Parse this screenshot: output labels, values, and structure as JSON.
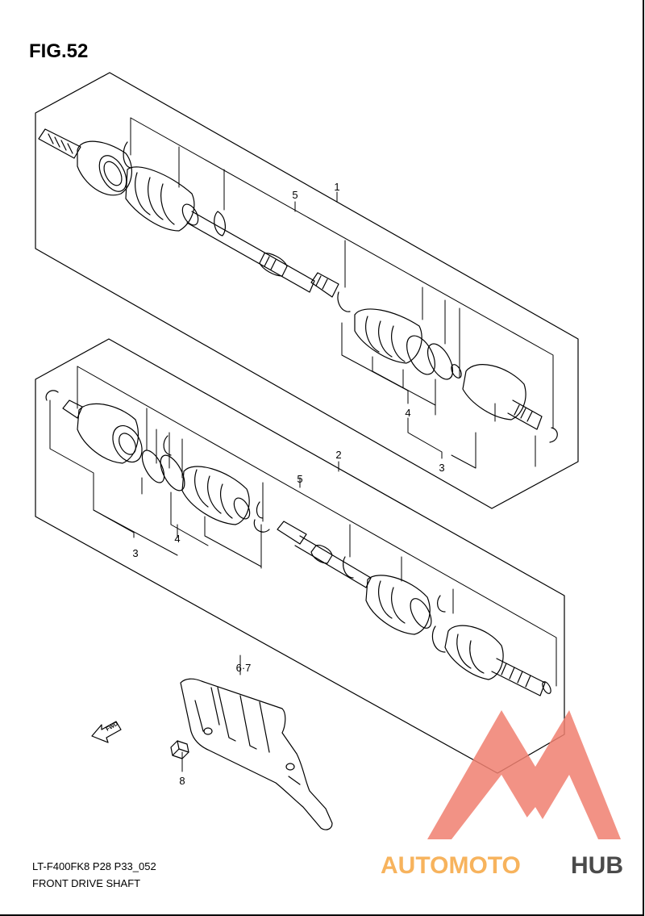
{
  "figure": {
    "title": "FIG.52",
    "code": "LT-F400FK8 P28 P33_052",
    "name": "FRONT DRIVE SHAFT"
  },
  "callouts": {
    "c1": "1",
    "c2": "2",
    "c3a": "3",
    "c3b": "3",
    "c4a": "4",
    "c4b": "4",
    "c5a": "5",
    "c5b": "5",
    "c67": "6·7",
    "c8": "8"
  },
  "direction_marker": {
    "label": "FWD"
  },
  "watermark": {
    "text_a": "AUTOMOTO",
    "text_b": "HUB",
    "color_a": "#f7b35d",
    "color_b": "#4a4a4a",
    "logo_color": "#f08070"
  },
  "colors": {
    "line": "#000000",
    "background": "#ffffff"
  }
}
